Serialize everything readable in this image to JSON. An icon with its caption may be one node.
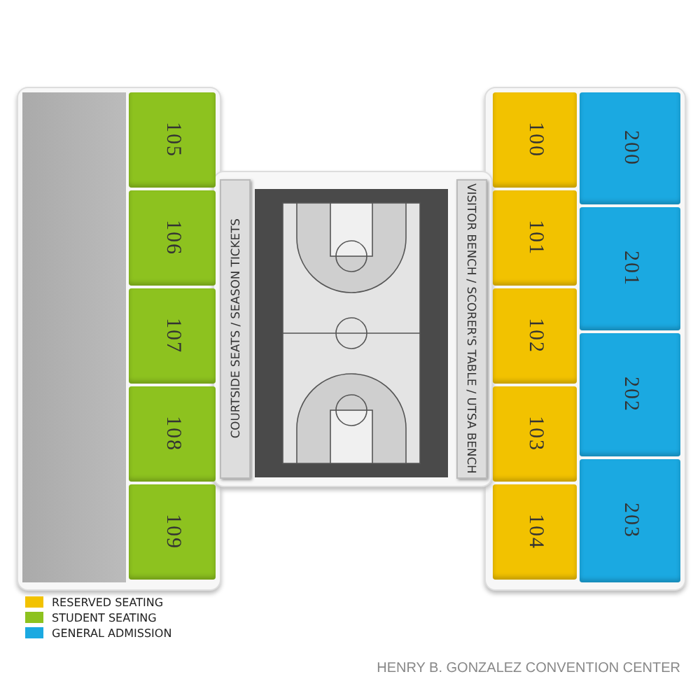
{
  "diagram": {
    "caption": "HENRY B. GONZALEZ CONVENTION CENTER",
    "nodes": [
      {
        "text": [],
        "shape": "box"
      },
      {
        "text": [
          "105"
        ]
      },
      {
        "text": [
          "106"
        ]
      },
      {
        "text": [
          "107"
        ]
      },
      {
        "text": [
          "108"
        ]
      },
      {
        "text": [
          "109"
        ]
      },
      {
        "text": [
          "COURTSIDE SEATS / SEASON TICKETS"
        ]
      },
      {
        "text": [
          "VISITOR BENCH / SCORER'S TABLE / UTSA BENCH"
        ]
      },
      {
        "text": [
          "100"
        ]
      },
      {
        "text": [
          "101"
        ]
      },
      {
        "text": [
          "102"
        ]
      },
      {
        "text": [
          "103"
        ]
      },
      {
        "text": [
          "104"
        ]
      },
      {
        "text": [
          "200"
        ]
      },
      {
        "text": [
          "201"
        ]
      },
      {
        "text": [
          "202"
        ]
      },
      {
        "text": [
          "203"
        ]
      }
    ],
    "legend": [
      {
        "text": "RESERVED SEATING",
        "color": "#f2c200"
      },
      {
        "text": "STUDENT SEATING",
        "color": "#8dc21f"
      },
      {
        "text": "GENERAL ADMISSION",
        "color": "#1ba9e1"
      }
    ]
  }
}
